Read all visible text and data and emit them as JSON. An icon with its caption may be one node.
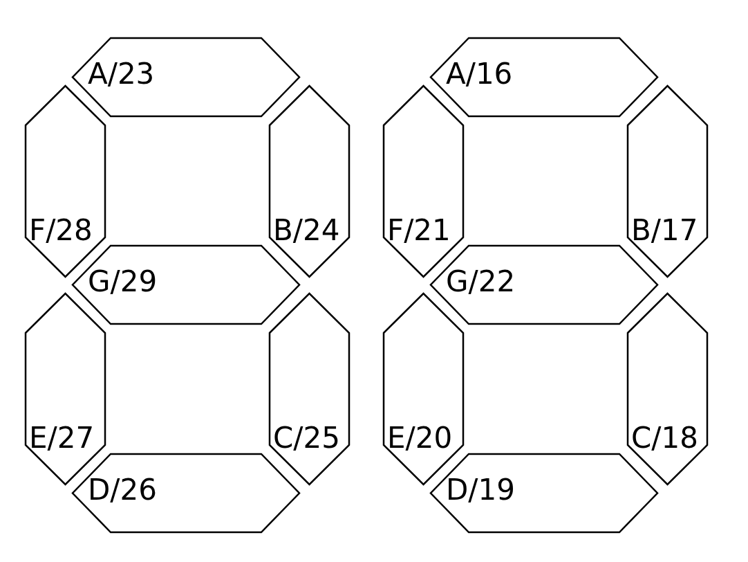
{
  "diagram": {
    "nodes": [
      {
        "text": [
          "A/23"
        ]
      },
      {
        "text": [
          "F/28"
        ]
      },
      {
        "text": [
          "B/24"
        ]
      },
      {
        "text": [
          "G/29"
        ]
      },
      {
        "text": [
          "E/27"
        ]
      },
      {
        "text": [
          "C/25"
        ]
      },
      {
        "text": [
          "D/26"
        ]
      },
      {
        "text": [
          "A/16"
        ]
      },
      {
        "text": [
          "F/21"
        ]
      },
      {
        "text": [
          "B/17"
        ]
      },
      {
        "text": [
          "G/22"
        ]
      },
      {
        "text": [
          "E/20"
        ]
      },
      {
        "text": [
          "C/18"
        ]
      },
      {
        "text": [
          "D/19"
        ]
      }
    ]
  }
}
